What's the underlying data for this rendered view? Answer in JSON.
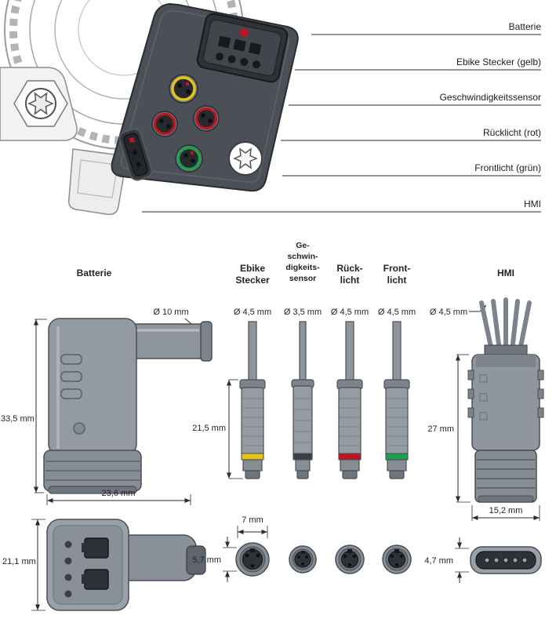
{
  "callouts": {
    "batterie": "Batterie",
    "ebike": "Ebike Stecker (gelb)",
    "geschwindigkeit": "Geschwindigkeitssensor",
    "ruecklicht": "Rücklicht (rot)",
    "frontlicht": "Frontlicht (grün)",
    "hmi": "HMI"
  },
  "headers": {
    "batterie": "Batterie",
    "ebike_1": "Ebike",
    "ebike_2": "Stecker",
    "gs_1": "Ge-",
    "gs_2": "schwin-",
    "gs_3": "digkeits-",
    "gs_4": "sensor",
    "rueck_1": "Rück-",
    "rueck_2": "licht",
    "front_1": "Front-",
    "front_2": "licht",
    "hmi": "HMI"
  },
  "diameters": {
    "batterie": "Ø 10 mm",
    "ebike": "Ø 4,5 mm",
    "geschwindigkeit": "Ø 3,5 mm",
    "ruecklicht": "Ø 4,5 mm",
    "frontlicht": "Ø 4,5 mm",
    "hmi": "Ø 4,5 mm"
  },
  "dimensions": {
    "batterie_height": "33,5 mm",
    "batterie_width": "23,6 mm",
    "batterie_front_height": "21,1 mm",
    "ebike_body_length": "21,5 mm",
    "ebike_front_width": "7 mm",
    "connector_front_height": "5,7 mm",
    "hmi_body_length": "27 mm",
    "hmi_width": "15,2 mm",
    "hmi_front_height": "4,7 mm"
  },
  "colors": {
    "yellow": "#e4c414",
    "red": "#bf1522",
    "green": "#19a14b"
  }
}
